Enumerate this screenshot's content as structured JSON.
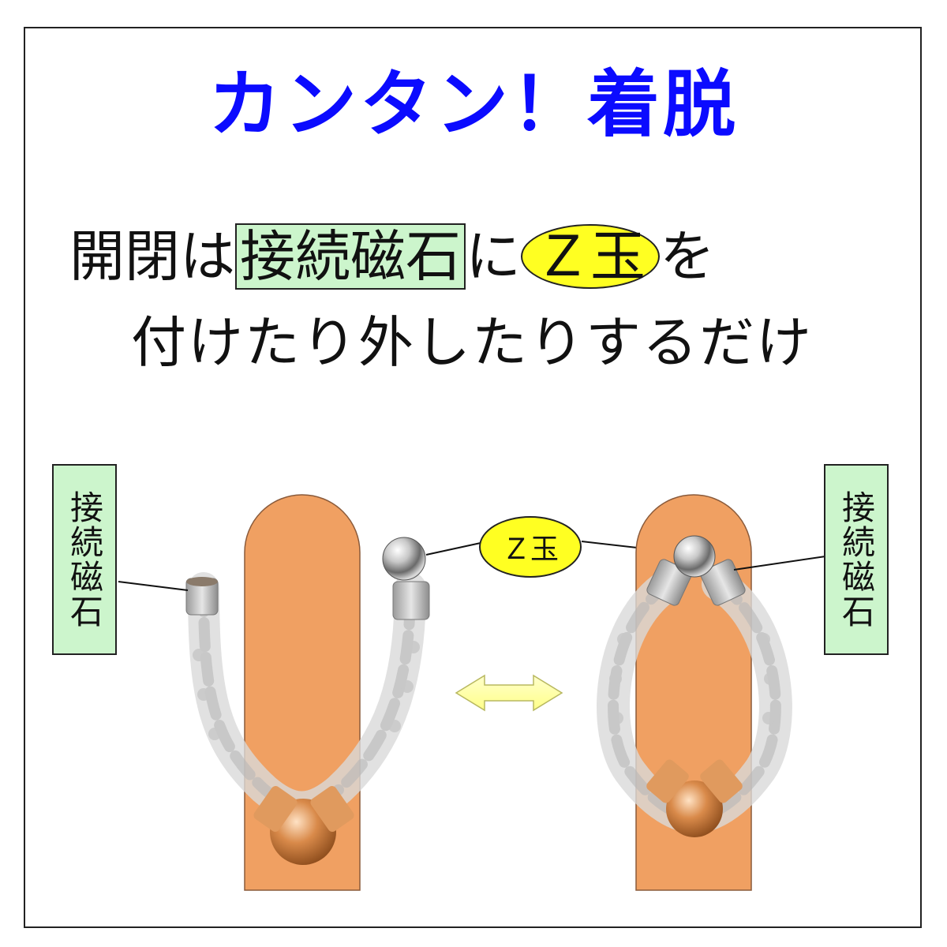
{
  "title": "カンタン！着脱",
  "line1": {
    "before": "開閉は",
    "highlight_box": "接続磁石",
    "middle": "に",
    "highlight_oval": "Ｚ玉",
    "after": "を"
  },
  "line2": "付けたり外したりするだけ",
  "labels": {
    "left_magnet": "接続磁石",
    "right_magnet": "接続磁石",
    "z_ball": "Ｚ玉"
  },
  "colors": {
    "title": "#0b0bff",
    "label_bg": "#ccf5cc",
    "oval_bg": "#ffff22",
    "strap": "#f0a062",
    "arrow": "#ffff99"
  }
}
